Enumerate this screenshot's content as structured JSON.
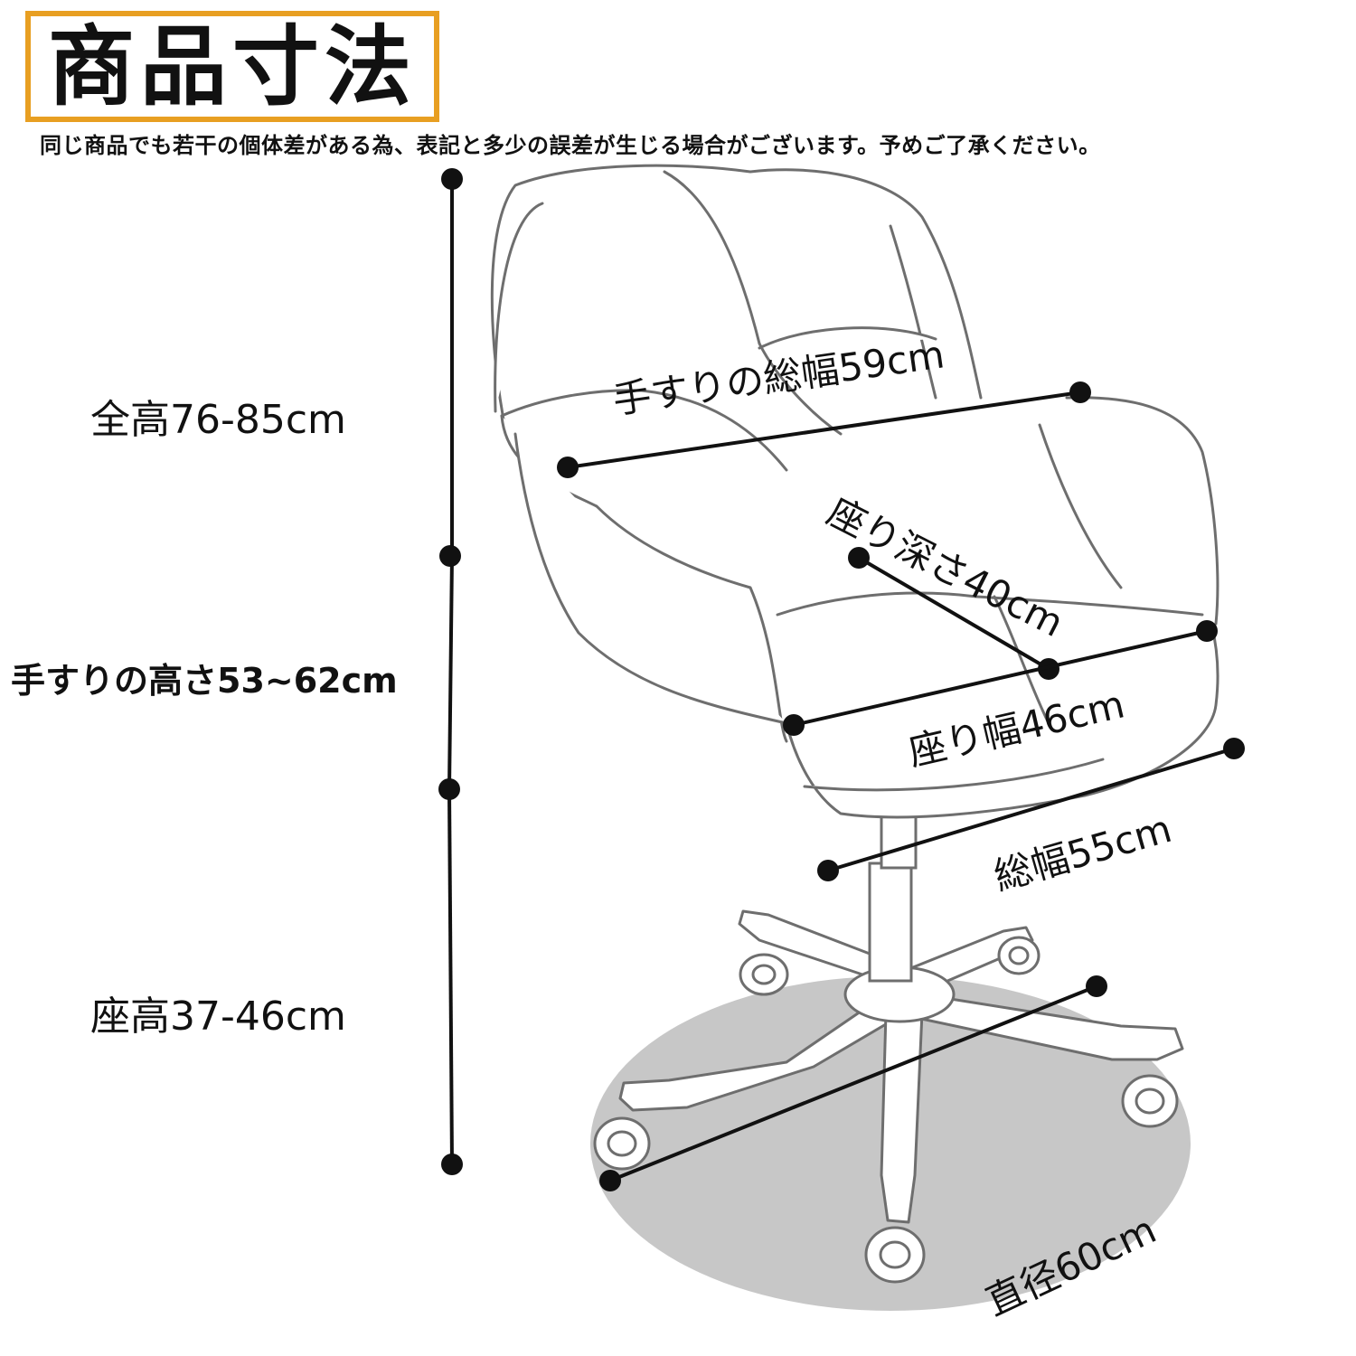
{
  "title": "商品寸法",
  "note": "同じ商品でも若干の個体差がある為、表記と多少の誤差が生じる場合がございます。予めご了承ください。",
  "colors": {
    "title_border": "#e89f22",
    "outline": "#6e6e6e",
    "dimension_line": "#111111",
    "floor_shadow": "#bdbdbd"
  },
  "dimensions": {
    "total_height": "全高76-85cm",
    "armrest_height": "手すりの高さ53~62cm",
    "seat_height": "座高37-46cm",
    "armrest_width": "手すりの総幅59cm",
    "seat_depth": "座り深さ40cm",
    "seat_width": "座り幅46cm",
    "total_width": "総幅55cm",
    "base_diameter": "直径60cm"
  }
}
